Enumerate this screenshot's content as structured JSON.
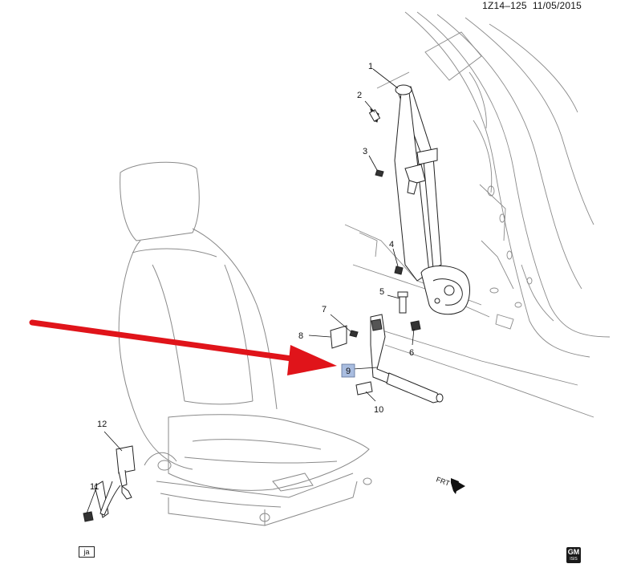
{
  "header": {
    "doc_id": "1Z14–125",
    "date": "11/05/2015"
  },
  "callouts": [
    {
      "id": "1",
      "label": "1"
    },
    {
      "id": "2",
      "label": "2"
    },
    {
      "id": "3",
      "label": "3"
    },
    {
      "id": "4",
      "label": "4"
    },
    {
      "id": "5",
      "label": "5"
    },
    {
      "id": "6",
      "label": "6"
    },
    {
      "id": "7",
      "label": "7"
    },
    {
      "id": "8",
      "label": "8"
    },
    {
      "id": "9",
      "label": "9",
      "highlight_color": "#a9bde0"
    },
    {
      "id": "10",
      "label": "10"
    },
    {
      "id": "11",
      "label": "11"
    },
    {
      "id": "12",
      "label": "12"
    }
  ],
  "direction_label": "FRT",
  "footer": {
    "lang_tag": "ja",
    "logo": "GM",
    "logo_sub": "ISIS"
  },
  "colors": {
    "arrow": "#e0141a",
    "line": "#7a7a7a",
    "dark_line": "#222222"
  },
  "icons": [
    "front-direction-icon",
    "gm-logo-icon",
    "red-pointer-arrow-icon"
  ]
}
